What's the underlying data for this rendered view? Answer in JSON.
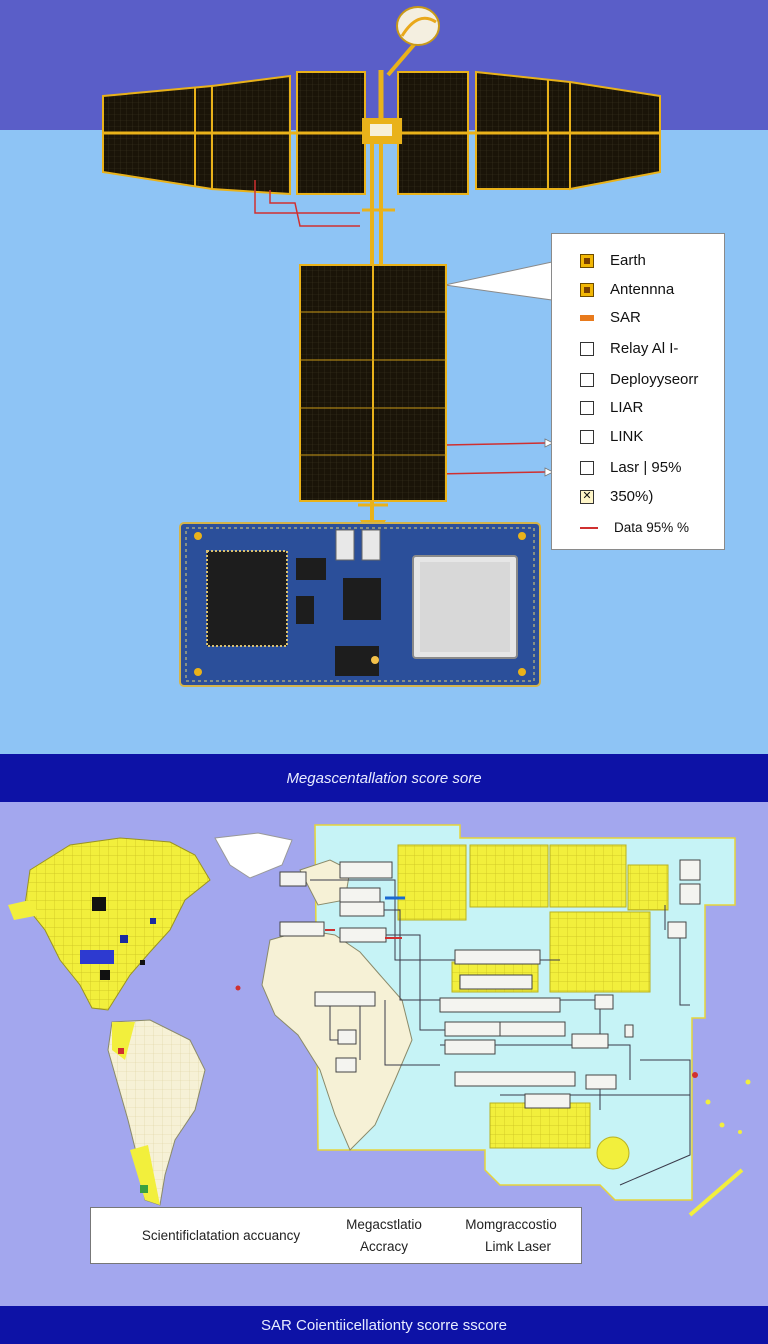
{
  "legend": {
    "items": [
      {
        "label": "Earth",
        "marker": "filled"
      },
      {
        "label": "Antennna",
        "marker": "filled"
      },
      {
        "label": "SAR",
        "marker": "swatch"
      },
      {
        "label": "Relay Al I-",
        "marker": "empty"
      },
      {
        "label": "Deployyseorr",
        "marker": "empty"
      },
      {
        "label": "LIAR",
        "marker": "empty"
      },
      {
        "label": "LINK",
        "marker": "empty"
      },
      {
        "label": "Lasr | 95%",
        "marker": "empty"
      },
      {
        "label": "350%)",
        "marker": "crossed"
      },
      {
        "label": "Data 95% %",
        "marker": "line"
      }
    ]
  },
  "banner_middle": "Megascentallation score sore",
  "footer": "SAR Coientiicellationty scorre sscore",
  "map_labels": {
    "col1": "Scientificlatation accuancy",
    "col2_line1": "Megacstlatio",
    "col2_line2": "Accracy",
    "col3_line1": "Momgraccostio",
    "col3_line2": "Limk Laser"
  },
  "colors": {
    "top_band": "#5a5ec8",
    "sky": "#8ec4f5",
    "banner": "#0d12a6",
    "map_bg": "#a3a7ee",
    "land_yellow": "#f2ef3c",
    "ocean_cyan": "#c6f3f6",
    "truss_gold": "#e9b21a",
    "panel_black": "#1a1408"
  }
}
